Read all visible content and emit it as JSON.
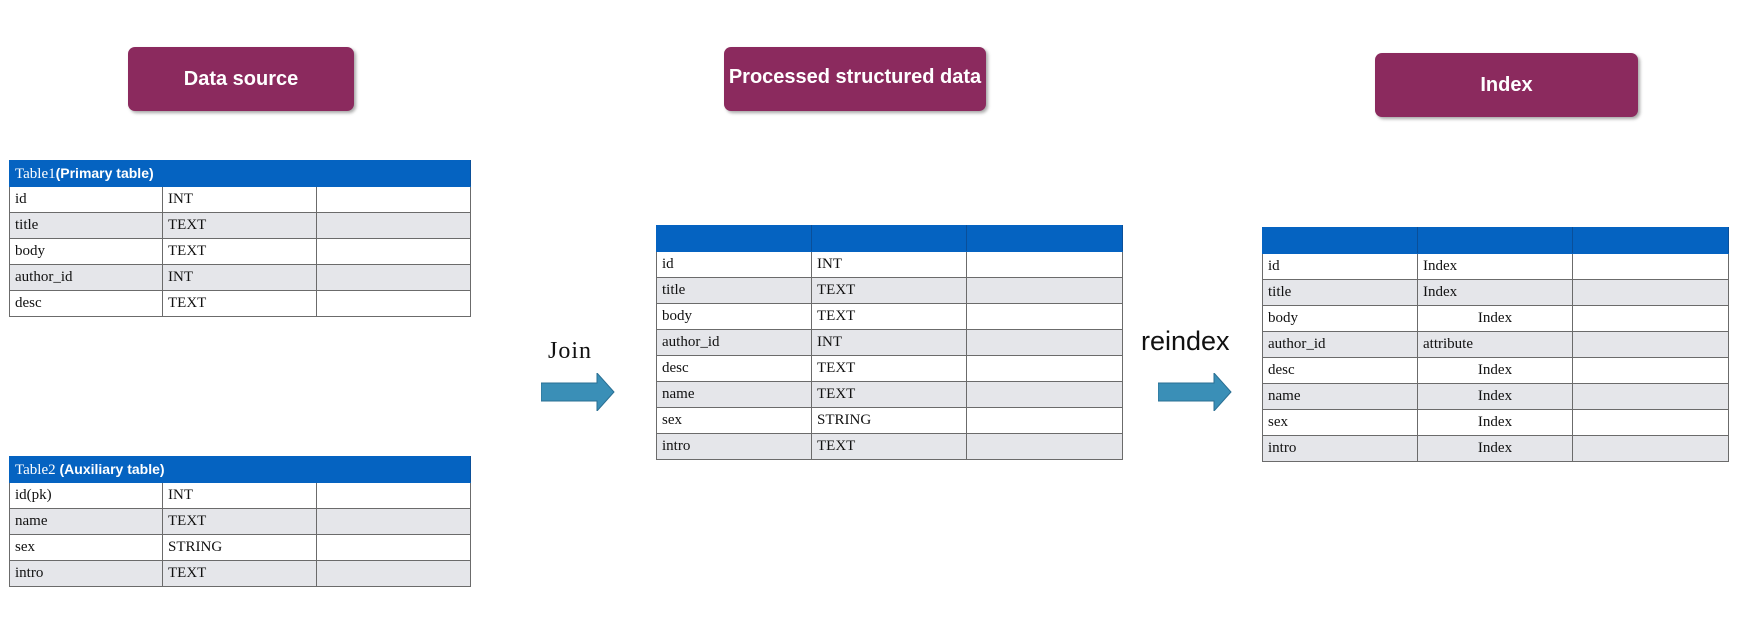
{
  "headers": {
    "source": "Data source",
    "processed": "Processed structured data",
    "index": "Index"
  },
  "table1": {
    "caption_prefix": "Table1",
    "caption_suffix": "(Primary table)",
    "rows": [
      [
        "id",
        "INT",
        ""
      ],
      [
        "title",
        "TEXT",
        ""
      ],
      [
        "body",
        "TEXT",
        ""
      ],
      [
        "author_id",
        "INT",
        ""
      ],
      [
        "desc",
        "TEXT",
        ""
      ]
    ]
  },
  "table2": {
    "caption_prefix": "Table2",
    "caption_suffix": " (Auxiliary table)",
    "rows": [
      [
        "id(pk)",
        "INT",
        ""
      ],
      [
        "name",
        "TEXT",
        ""
      ],
      [
        "sex",
        "STRING",
        ""
      ],
      [
        "intro",
        "TEXT",
        ""
      ]
    ]
  },
  "processed": {
    "rows": [
      [
        "id",
        "INT",
        ""
      ],
      [
        "title",
        "TEXT",
        ""
      ],
      [
        "body",
        "TEXT",
        ""
      ],
      [
        "author_id",
        "INT",
        ""
      ],
      [
        "desc",
        "TEXT",
        ""
      ],
      [
        "name",
        "TEXT",
        ""
      ],
      [
        "sex",
        "STRING",
        ""
      ],
      [
        "intro",
        "TEXT",
        ""
      ]
    ]
  },
  "index": {
    "rows": [
      [
        "id",
        "Index",
        ""
      ],
      [
        "title",
        "Index",
        ""
      ],
      [
        "body",
        "Index",
        ""
      ],
      [
        "author_id",
        "attribute",
        ""
      ],
      [
        "desc",
        "Index",
        ""
      ],
      [
        "name",
        "Index",
        ""
      ],
      [
        "sex",
        "Index",
        ""
      ],
      [
        "intro",
        "Index",
        ""
      ]
    ]
  },
  "labels": {
    "join": "Join",
    "reindex": "reindex"
  },
  "colors": {
    "header_bg": "#8b2a5e",
    "table_head": "#0563c1",
    "row_alt": "#e5e6ea",
    "arrow": "#3a8fb7"
  }
}
